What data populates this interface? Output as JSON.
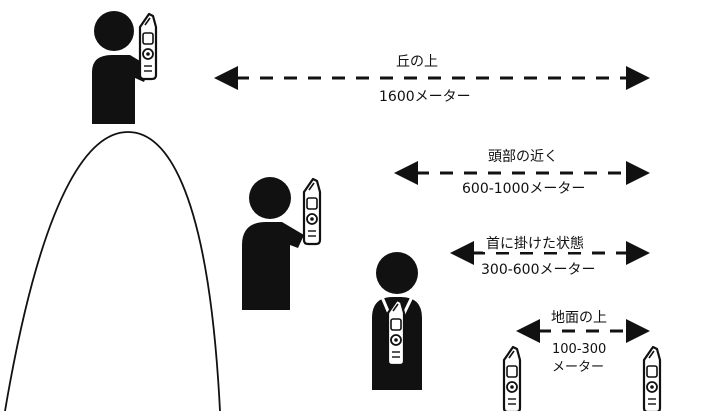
{
  "diagram": {
    "ranges": [
      {
        "title": "丘の上",
        "distance": "1600メーター"
      },
      {
        "title": "頭部の近く",
        "distance": "600-1000メーター"
      },
      {
        "title": "首に掛けた状態",
        "distance": "300-600メーター"
      },
      {
        "title": "地面の上",
        "distance_line1": "100-300",
        "distance_line2": "メーター"
      }
    ],
    "colors": {
      "ink": "#111111",
      "background": "#ffffff"
    },
    "icons": [
      "person-icon",
      "radio-icon",
      "hill-icon",
      "double-arrow-icon"
    ]
  }
}
